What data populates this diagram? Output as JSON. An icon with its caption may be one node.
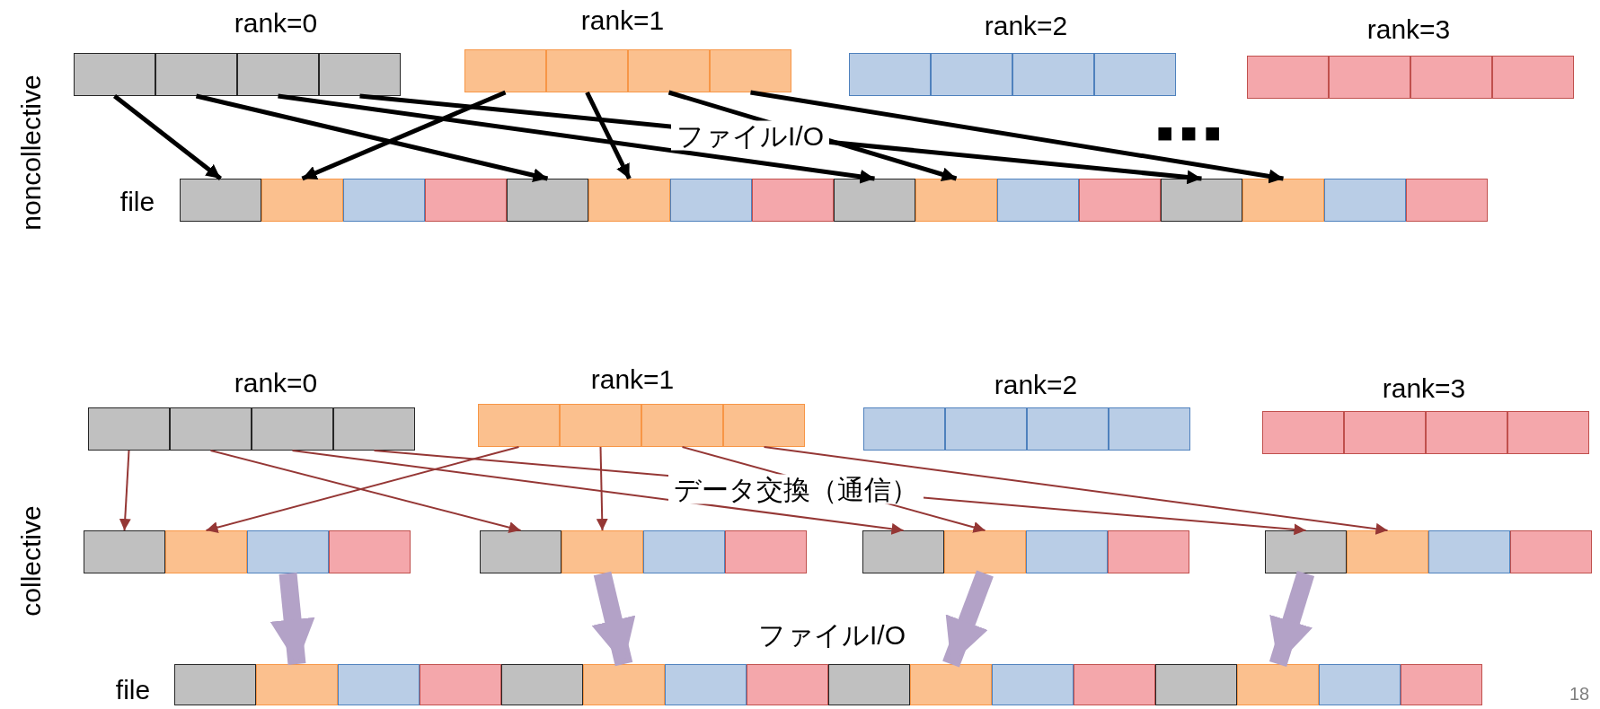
{
  "diagram": {
    "nodes": [
      {
        "text": [],
        "shape": "box"
      },
      {
        "text": [],
        "shape": "box"
      },
      {
        "text": [],
        "shape": "box"
      },
      {
        "text": [],
        "shape": "box"
      },
      {
        "text": [],
        "shape": "box"
      },
      {
        "text": [],
        "shape": "box"
      },
      {
        "text": [],
        "shape": "box"
      },
      {
        "text": [],
        "shape": "box"
      },
      {
        "text": [],
        "shape": "box"
      },
      {
        "text": [],
        "shape": "box"
      },
      {
        "text": [],
        "shape": "box"
      },
      {
        "text": [],
        "shape": "box"
      },
      {
        "text": [],
        "shape": "box"
      },
      {
        "text": [],
        "shape": "box"
      },
      {
        "text": [],
        "shape": "box"
      },
      {
        "text": [],
        "shape": "box"
      },
      {
        "text": [],
        "shape": "box"
      },
      {
        "text": [],
        "shape": "box"
      },
      {
        "text": [],
        "shape": "box"
      },
      {
        "text": [],
        "shape": "box"
      },
      {
        "text": [],
        "shape": "box"
      },
      {
        "text": [],
        "shape": "box"
      },
      {
        "text": [],
        "shape": "box"
      },
      {
        "text": [],
        "shape": "box"
      },
      {
        "text": [],
        "shape": "box"
      },
      {
        "text": [],
        "shape": "box"
      },
      {
        "text": [],
        "shape": "box"
      },
      {
        "text": [],
        "shape": "box"
      },
      {
        "text": [],
        "shape": "box"
      },
      {
        "text": [],
        "shape": "box"
      },
      {
        "text": [],
        "shape": "box"
      },
      {
        "text": [],
        "shape": "box"
      },
      {
        "text": [],
        "shape": "box"
      },
      {
        "text": [],
        "shape": "box"
      },
      {
        "text": [],
        "shape": "box"
      },
      {
        "text": [],
        "shape": "box"
      },
      {
        "text": [],
        "shape": "box"
      },
      {
        "text": [],
        "shape": "box"
      },
      {
        "text": [],
        "shape": "box"
      },
      {
        "text": [],
        "shape": "box"
      },
      {
        "text": [],
        "shape": "box"
      },
      {
        "text": [],
        "shape": "box"
      },
      {
        "text": [],
        "shape": "box"
      },
      {
        "text": [],
        "shape": "box"
      },
      {
        "text": [],
        "shape": "box"
      },
      {
        "text": [],
        "shape": "box"
      },
      {
        "text": [],
        "shape": "box"
      },
      {
        "text": [],
        "shape": "box"
      },
      {
        "text": [],
        "shape": "box"
      },
      {
        "text": [],
        "shape": "box"
      },
      {
        "text": [],
        "shape": "box"
      },
      {
        "text": [],
        "shape": "box"
      },
      {
        "text": [],
        "shape": "box"
      },
      {
        "text": [],
        "shape": "box"
      },
      {
        "text": [],
        "shape": "box"
      },
      {
        "text": [],
        "shape": "box"
      },
      {
        "text": [],
        "shape": "box"
      },
      {
        "text": [],
        "shape": "box"
      },
      {
        "text": [],
        "shape": "box"
      },
      {
        "text": [],
        "shape": "box"
      },
      {
        "text": [],
        "shape": "box"
      },
      {
        "text": [],
        "shape": "box"
      },
      {
        "text": [],
        "shape": "box"
      },
      {
        "text": [],
        "shape": "box"
      },
      {
        "text": [],
        "shape": "box"
      },
      {
        "text": [],
        "shape": "box"
      },
      {
        "text": [],
        "shape": "box"
      },
      {
        "text": [],
        "shape": "box"
      },
      {
        "text": [],
        "shape": "box"
      },
      {
        "text": [],
        "shape": "box"
      },
      {
        "text": [],
        "shape": "box"
      },
      {
        "text": [],
        "shape": "box"
      },
      {
        "text": [],
        "shape": "box"
      },
      {
        "text": [],
        "shape": "box"
      },
      {
        "text": [],
        "shape": "box"
      },
      {
        "text": [],
        "shape": "box"
      },
      {
        "text": [],
        "shape": "box"
      },
      {
        "text": [],
        "shape": "box"
      },
      {
        "text": [],
        "shape": "box"
      },
      {
        "text": [],
        "shape": "box"
      }
    ],
    "edges": [
      {
        "from": 0,
        "to": 16,
        "arrow": "to"
      },
      {
        "from": 1,
        "to": 20,
        "arrow": "to"
      },
      {
        "from": 2,
        "to": 24,
        "arrow": "to"
      },
      {
        "from": 3,
        "to": 28,
        "arrow": "to"
      },
      {
        "from": 4,
        "to": 17,
        "arrow": "to"
      },
      {
        "from": 5,
        "to": 21,
        "arrow": "to"
      },
      {
        "from": 6,
        "to": 25,
        "arrow": "to"
      },
      {
        "from": 7,
        "to": 29,
        "arrow": "to"
      },
      {
        "from": 32,
        "to": 48,
        "arrow": "to",
        "color": "#953735"
      },
      {
        "from": 33,
        "to": 52,
        "arrow": "to",
        "color": "#953735"
      },
      {
        "from": 34,
        "to": 56,
        "arrow": "to",
        "color": "#953735"
      },
      {
        "from": 35,
        "to": 60,
        "arrow": "to",
        "color": "#953735"
      },
      {
        "from": 36,
        "to": 49,
        "arrow": "to",
        "color": "#953735"
      },
      {
        "from": 37,
        "to": 53,
        "arrow": "to",
        "color": "#953735"
      },
      {
        "from": 38,
        "to": 57,
        "arrow": "to",
        "color": "#953735"
      },
      {
        "from": 39,
        "to": 61,
        "arrow": "to",
        "color": "#953735"
      },
      {
        "from": 50,
        "to": 65,
        "arrow": "to",
        "style": "thick",
        "color": "#b3a2c7"
      },
      {
        "from": 53,
        "to": 69,
        "arrow": "to",
        "style": "thick",
        "color": "#b3a2c7"
      },
      {
        "from": 57,
        "to": 73,
        "arrow": "to",
        "style": "thick",
        "color": "#b3a2c7"
      },
      {
        "from": 60,
        "to": 77,
        "arrow": "to",
        "style": "thick",
        "color": "#b3a2c7"
      }
    ],
    "labels": [
      "rank=0",
      "rank=1",
      "rank=2",
      "rank=3",
      "noncollective",
      "ファイルI/O",
      "■ ■ ■",
      "file",
      "rank=0",
      "rank=1",
      "rank=2",
      "rank=3",
      "collective",
      "データ交換（通信）",
      "ファイルI/O",
      "file",
      "18"
    ]
  }
}
